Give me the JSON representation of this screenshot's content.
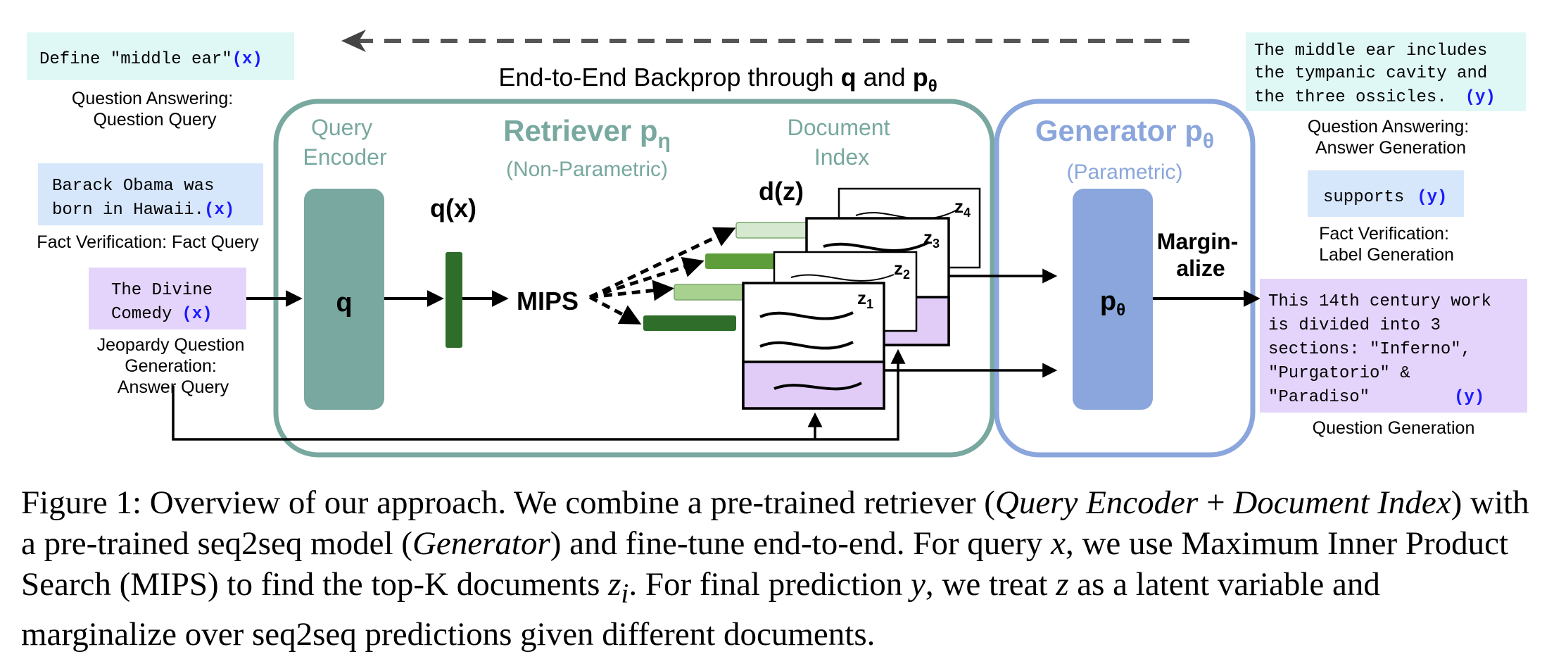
{
  "backprop": {
    "label_prefix": "End-to-End Backprop through ",
    "label_q": "q",
    "label_and": " and ",
    "label_p": "p",
    "label_theta": "θ"
  },
  "inputs": [
    {
      "text_lines": [
        "Define \"middle ear\""
      ],
      "tag": "(x)",
      "color": "#dff7f5",
      "caption_lines": [
        "Question Answering:",
        "Question Query"
      ]
    },
    {
      "text_lines": [
        "Barack Obama was",
        "born in Hawaii."
      ],
      "tag": "(x)",
      "color": "#d6e6fb",
      "caption_lines": [
        "Fact Verification: Fact Query"
      ]
    },
    {
      "text_lines": [
        "The Divine",
        "Comedy"
      ],
      "tag": "(x)",
      "color": "#e4d4fb",
      "caption_lines": [
        "Jeopardy Question",
        "Generation:",
        "Answer Query"
      ]
    }
  ],
  "retriever": {
    "title": "Retriever p",
    "title_sub": "η",
    "subtitle": "(Non-Parametric)",
    "query_encoder_lines": [
      "Query",
      "Encoder"
    ],
    "encoder_label": "q",
    "qx_label": "q(x)",
    "mips_label": "MIPS",
    "document_index_lines": [
      "Document",
      "Index"
    ],
    "dz_label": "d(z)",
    "doc_labels": [
      "z",
      "z",
      "z",
      "z"
    ],
    "doc_subscripts": [
      "4",
      "3",
      "2",
      "1"
    ],
    "color": "#78a89f"
  },
  "generator": {
    "title": "Generator p",
    "title_sub": "θ",
    "subtitle": "(Parametric)",
    "block_label": "p",
    "block_sub": "θ",
    "marginalize_lines": [
      "Margin-",
      "alize"
    ],
    "color": "#8aa6dc"
  },
  "outputs": [
    {
      "text_lines": [
        "The middle ear includes",
        "the tympanic cavity and",
        "the three ossicles."
      ],
      "tag": "(y)",
      "color": "#dff7f5",
      "caption_lines": [
        "Question Answering:",
        "Answer Generation"
      ]
    },
    {
      "text_lines": [
        "supports"
      ],
      "tag": "(y)",
      "color": "#d6e6fb",
      "caption_lines": [
        "Fact Verification:",
        "Label Generation"
      ]
    },
    {
      "text_lines": [
        "This 14th century work",
        "is divided into 3",
        "sections: \"Inferno\",",
        "\"Purgatorio\" &",
        "\"Paradiso\""
      ],
      "tag": "(y)",
      "color": "#e4d4fb",
      "caption_lines": [
        "Question Generation"
      ]
    }
  ],
  "caption": {
    "fig": "Figure 1: Overview of our approach. We combine a pre-trained retriever (",
    "qe": "Query Encoder",
    "plus": " + ",
    "di": "Document Index",
    "mid1": ") with a pre-trained seq2seq model (",
    "gen": "Generator",
    "mid2": ") and fine-tune end-to-end. For query ",
    "x": "x",
    "mid3": ", we use Maximum Inner Product Search (MIPS) to find the top-K documents ",
    "zi_base": "z",
    "zi_sub": "i",
    "mid4": ". For final prediction ",
    "y": "y",
    "mid5": ", we treat ",
    "z": "z",
    "end": " as a latent variable and marginalize over seq2seq predictions given different documents."
  },
  "colors": {
    "tag_blue": "#1a1aff",
    "dark_green": "#2e6e2a",
    "mid_green": "#5e9e3a",
    "light_green": "#a8d08f",
    "pale_green": "#d6e8cf",
    "doc_purple": "#e0ccf7"
  }
}
